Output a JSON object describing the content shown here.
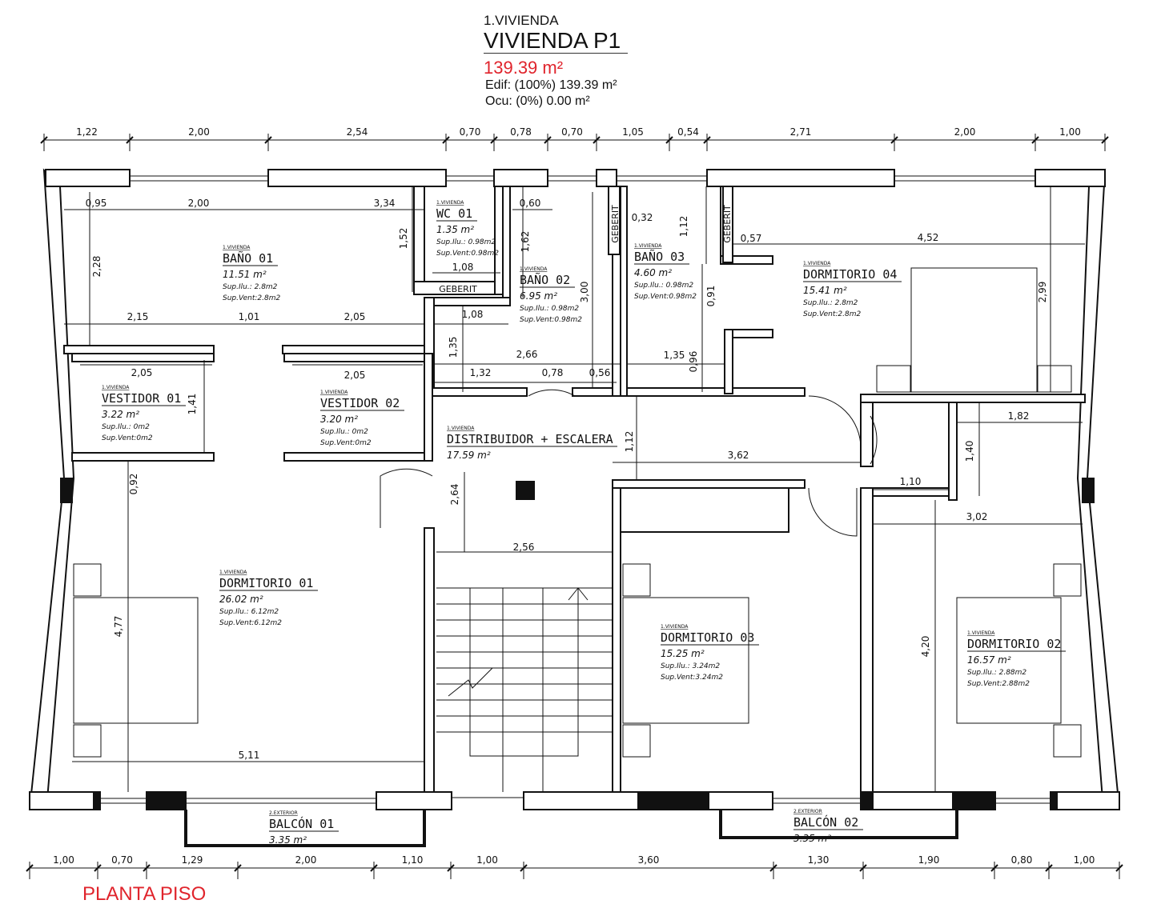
{
  "header": {
    "category": "1.VIVIENDA",
    "title": "VIVIENDA P1",
    "area": "139.39 m²",
    "edif": "Edif: (100%) 139.39 m²",
    "ocu": "Ocu: (0%) 0.00 m²"
  },
  "top_dimensions": [
    "1,22",
    "2,00",
    "2,54",
    "0,70",
    "0,78",
    "0,70",
    "1,05",
    "0,54",
    "2,71",
    "2,00",
    "1,00"
  ],
  "bottom_dimensions": [
    "1,00",
    "0,70",
    "1,29",
    "2,00",
    "1,10",
    "1,00",
    "3,60",
    "1,30",
    "1,90",
    "0,80",
    "1,00"
  ],
  "interior_dimensions": [
    "0,95",
    "2,00",
    "3,34",
    "2,28",
    "1,52",
    "1,08",
    "0,60",
    "1,62",
    "0,32",
    "1,12",
    "0,57",
    "4,52",
    "2,99",
    "2,15",
    "1,01",
    "2,05",
    "1,08",
    "3,00",
    "0,91",
    "1,35",
    "2,66",
    "1,32",
    "0,78",
    "0,56",
    "1,35",
    "0,96",
    "2,05",
    "1,41",
    "2,05",
    "0,92",
    "1,12",
    "3,62",
    "1,82",
    "1,40",
    "1,10",
    "3,02",
    "2,64",
    "2,56",
    "4,77",
    "4,20",
    "5,11"
  ],
  "rooms": [
    {
      "category": "1.VIVIENDA",
      "name": "BAÑO 01",
      "area": "11.51 m²",
      "ilu": "Sup.Ilu.:  2.8m2",
      "vent": "Sup.Vent:2.8m2"
    },
    {
      "category": "1.VIVIENDA",
      "name": "WC 01",
      "area": "1.35 m²",
      "ilu": "Sup.Ilu.:  0.98m2",
      "vent": "Sup.Vent:0.98m2"
    },
    {
      "category": "1.VIVIENDA",
      "name": "BAÑO 02",
      "area": "6.95 m²",
      "ilu": "Sup.Ilu.:  0.98m2",
      "vent": "Sup.Vent:0.98m2"
    },
    {
      "category": "1.VIVIENDA",
      "name": "BAÑO 03",
      "area": "4.60 m²",
      "ilu": "Sup.Ilu.:  0.98m2",
      "vent": "Sup.Vent:0.98m2"
    },
    {
      "category": "1.VIVIENDA",
      "name": "DORMITORIO 04",
      "area": "15.41 m²",
      "ilu": "Sup.Ilu.:  2.8m2",
      "vent": "Sup.Vent:2.8m2"
    },
    {
      "category": "1.VIVIENDA",
      "name": "VESTIDOR 01",
      "area": "3.22 m²",
      "ilu": "Sup.Ilu.:  0m2",
      "vent": "Sup.Vent:0m2"
    },
    {
      "category": "1.VIVIENDA",
      "name": "VESTIDOR 02",
      "area": "3.20 m²",
      "ilu": "Sup.Ilu.:  0m2",
      "vent": "Sup.Vent:0m2"
    },
    {
      "category": "1.VIVIENDA",
      "name": "DISTRIBUIDOR + ESCALERA",
      "area": "17.59 m²"
    },
    {
      "category": "1.VIVIENDA",
      "name": "DORMITORIO 01",
      "area": "26.02 m²",
      "ilu": "Sup.Ilu.:  6.12m2",
      "vent": "Sup.Vent:6.12m2"
    },
    {
      "category": "1.VIVIENDA",
      "name": "DORMITORIO 03",
      "area": "15.25 m²",
      "ilu": "Sup.Ilu.:  3.24m2",
      "vent": "Sup.Vent:3.24m2"
    },
    {
      "category": "1.VIVIENDA",
      "name": "DORMITORIO 02",
      "area": "16.57 m²",
      "ilu": "Sup.Ilu.:  2.88m2",
      "vent": "Sup.Vent:2.88m2"
    },
    {
      "category": "2.EXTERIOR",
      "name": "BALCÓN 01",
      "area": "3.35 m²"
    },
    {
      "category": "2.EXTERIOR",
      "name": "BALCÓN 02",
      "area": "3.35 m²"
    }
  ],
  "fixtures": [
    "GEBERIT",
    "GEBERIT",
    "GEBERIT"
  ],
  "footer": {
    "plan_title": "PLANTA PISO"
  },
  "colors": {
    "accent_red": "#e0242c",
    "line": "#111111"
  }
}
